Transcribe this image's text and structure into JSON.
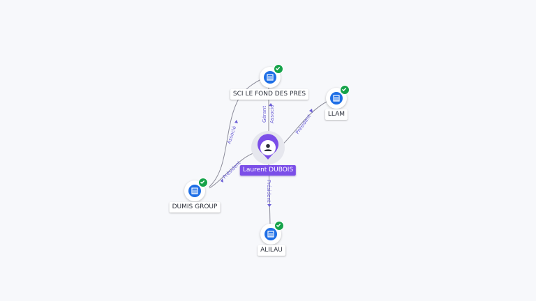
{
  "colors": {
    "company": "#1f6fe6",
    "check": "#16a34a",
    "person": "#7b4ee8",
    "edge": "#8c8c9a",
    "edge_label": "#6b5fd6"
  },
  "nodes": {
    "sci": {
      "label": "SCI LE FOND DES PRES",
      "icon": "building-icon"
    },
    "llam": {
      "label": "LLAM",
      "icon": "building-icon"
    },
    "dumis": {
      "label": "DUMIS GROUP",
      "icon": "building-icon"
    },
    "alilau": {
      "label": "ALILAU",
      "icon": "building-icon"
    },
    "person": {
      "label": "Laurent DUBOIS",
      "icon": "person-icon"
    }
  },
  "edges": {
    "sci_person_1": "Gérant",
    "sci_person_2": "Associé",
    "dumis_sci": "Associé",
    "llam_person": "Président",
    "dumis_person": "Président",
    "alilau_person": "Président"
  }
}
